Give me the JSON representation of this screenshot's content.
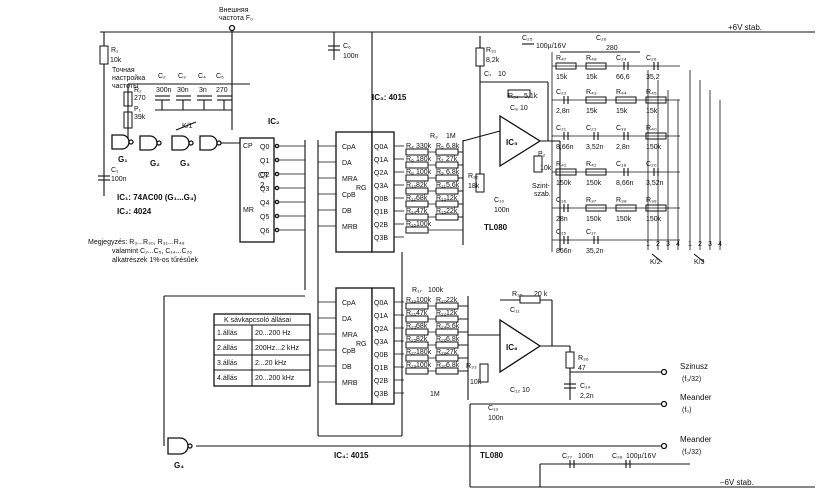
{
  "supply": {
    "pos": "+6V stab.",
    "neg": "–6V stab."
  },
  "ext_freq": {
    "line1": "Внешняя",
    "line2": "частота F₀"
  },
  "fine_tune": {
    "line1": "Точная",
    "line2": "настройка",
    "line3": "частоты"
  },
  "ic_labels": {
    "ic2": "IC₂",
    "ic3": "IC₃: 4015",
    "ic4": "IC₄: 4015",
    "ic5": "IC₅",
    "ic6": "IC₆",
    "tl080_a": "TL080",
    "tl080_b": "TL080",
    "g1": "G₁",
    "g2": "G₂",
    "g3": "G₃",
    "g4": "G₄",
    "ct2": "CT",
    "ct2b": "2"
  },
  "legend": {
    "ic1": "IC₁: 74AC00 (G₁...G₄)",
    "ic2": "IC₂: 4024",
    "note1": "Megjegyzés: R₃...R₃₀, R₃₁...R₄₈",
    "note2": "valamint C₂...C₅, C₁₄...C₂₆",
    "note3": "alkatrészek 1%-os tűrésűek"
  },
  "range_table": {
    "header": "K sávkapcsoló állásai",
    "rows": [
      {
        "pos": "1.állás",
        "range": "20...200 Hz"
      },
      {
        "pos": "2.állás",
        "range": "200Hz...2 kHz"
      },
      {
        "pos": "3.állás",
        "range": "2...20 kHz"
      },
      {
        "pos": "4.állás",
        "range": "20...200 kHz"
      }
    ]
  },
  "outputs": {
    "sine": "Szinusz",
    "sine_sub": "(f₀/32)",
    "meander1": "Meander",
    "meander1_sub": "(f₀)",
    "meander2": "Meander",
    "meander2_sub": "(f₀/32)",
    "sine_level": "Szint-",
    "sine_level2": "szab."
  },
  "switch": {
    "k1": "K/1",
    "k2": "K/2",
    "k3": "K/3"
  },
  "components": {
    "R1": "R₁",
    "R1v": "10k",
    "R2": "R₂",
    "R2v": "270",
    "P1": "P₁",
    "P1v": "39k",
    "C1": "C₁",
    "C1v": "100n",
    "C2": "C₂",
    "C2v": "300n",
    "C3": "C₃",
    "C3v": "30n",
    "C4": "C₄",
    "C4v": "3n",
    "C5": "C₅",
    "C5v": "270",
    "C6": "C₆",
    "C6v": "100n",
    "R31": "R₃₁",
    "R31v": "8,2k",
    "C7": "C₇",
    "C7v": "10",
    "R34": "R₃₄",
    "R34v": "5,1k",
    "C8": "C₈",
    "C8v": "10",
    "R32": "R₃₂",
    "R32v": "18k",
    "P2": "P₂",
    "P2v": "10k",
    "C10": "C₁₀",
    "C10v": "100n",
    "C25": "C₂₅",
    "C25v": "100µ/16V",
    "C26a": "C₂₆",
    "C26av": "280",
    "R3": "R₃",
    "R3v": "1M",
    "R17": "R₁₇",
    "R17v": "100k",
    "R18v": "1M",
    "R35": "R₃₅",
    "R35v": "20 k",
    "C11": "C₁₁",
    "C12": "C₁₂",
    "C12v": "10",
    "C13": "C₁₃",
    "C13v": "100n",
    "R33": "R₃₃",
    "R33v": "10k",
    "R36": "R₃₆",
    "R36v": "47",
    "C14": "C₁₄",
    "C14v": "2,2n",
    "C27": "C₂₇",
    "C27v": "100n",
    "C28": "C₂₈",
    "C28v": "100µ/16V"
  },
  "res_ladder_a": [
    {
      "l": "R₄",
      "v": "330k"
    },
    {
      "l": "R₅",
      "v": "6,8k"
    },
    {
      "l": "R₆",
      "v": "180k"
    },
    {
      "l": "R₇",
      "v": "27k"
    },
    {
      "l": "R₈",
      "v": "100k"
    },
    {
      "l": "R₉",
      "v": "6,8k"
    },
    {
      "l": "R₁₀",
      "v": "82k"
    },
    {
      "l": "R₁₁",
      "v": "5,6k"
    },
    {
      "l": "R₁₂",
      "v": "68k"
    },
    {
      "l": "R₁₃",
      "v": "12k"
    },
    {
      "l": "R₁₄",
      "v": "47k"
    },
    {
      "l": "R₁₅",
      "v": "22k"
    },
    {
      "l": "R₁₆",
      "v": "100k"
    }
  ],
  "res_ladder_b": [
    {
      "l": "R₁₉",
      "v": "100k"
    },
    {
      "l": "R₂₀",
      "v": "22k"
    },
    {
      "l": "R₂₁",
      "v": "47k"
    },
    {
      "l": "R₂₂",
      "v": "12k"
    },
    {
      "l": "R₂₃",
      "v": "68k"
    },
    {
      "l": "R₂₄",
      "v": "5,6k"
    },
    {
      "l": "R₂₅",
      "v": "82k"
    },
    {
      "l": "R₂₆",
      "v": "6,8k"
    },
    {
      "l": "R₂₇",
      "v": "180k"
    },
    {
      "l": "R₂₈",
      "v": "27k"
    },
    {
      "l": "R₂₉",
      "v": "100k"
    },
    {
      "l": "R₃₀",
      "v": "6,8k"
    }
  ],
  "filter_bank": [
    {
      "l": "R₄₇",
      "v": "15k"
    },
    {
      "l": "R₄₈",
      "v": "15k"
    },
    {
      "l": "C₂₄",
      "v": "66,6"
    },
    {
      "l": "C₂₆",
      "v": "35,2"
    },
    {
      "l": "C₂₂",
      "v": "2,8n"
    },
    {
      "l": "R₄₃",
      "v": "15k"
    },
    {
      "l": "R₄₄",
      "v": "15k"
    },
    {
      "l": "R₄₅",
      "v": "15k"
    },
    {
      "l": "C₂₁",
      "v": "8,66n"
    },
    {
      "l": "C₂₃",
      "v": "3,52n"
    },
    {
      "l": "C₁₉",
      "v": "2,8n"
    },
    {
      "l": "R₄₀",
      "v": "150k"
    },
    {
      "l": "R₄₁",
      "v": "150k"
    },
    {
      "l": "R₄₂",
      "v": "150k"
    },
    {
      "l": "C₁₈",
      "v": "8,66n"
    },
    {
      "l": "C₂₀",
      "v": "3,52n"
    },
    {
      "l": "C₁₆",
      "v": "28n"
    },
    {
      "l": "R₃₇",
      "v": "150k"
    },
    {
      "l": "R₃₈",
      "v": "150k"
    },
    {
      "l": "R₃₉",
      "v": "150k"
    },
    {
      "l": "C₁₅",
      "v": "866n"
    },
    {
      "l": "C₁₇",
      "v": "35,2n"
    }
  ],
  "pin_labels_ic3": [
    "CpA",
    "DA",
    "MRA",
    "CpB",
    "DB",
    "MRB"
  ],
  "pin_out_ic3": [
    "Q0A",
    "Q1A",
    "Q2A",
    "Q3A",
    "Q0B",
    "Q1B",
    "Q2B",
    "Q3B"
  ],
  "pin_out_ic2": [
    "Q0",
    "Q1",
    "Q2",
    "Q3",
    "Q4",
    "Q5",
    "Q6"
  ],
  "ic2_pins": {
    "cp": "CP",
    "mr": "MR"
  },
  "ic3_pin_rg": "RG"
}
